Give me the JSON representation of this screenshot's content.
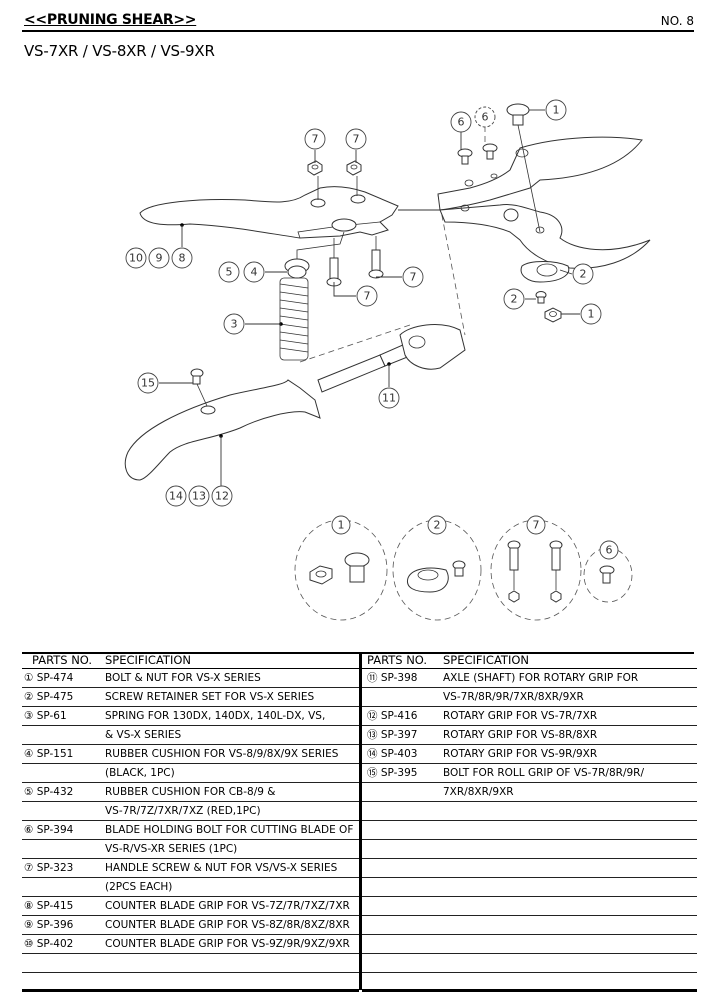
{
  "header": {
    "title": "<<PRUNING SHEAR>>",
    "page_no": "NO. 8",
    "models": "VS-7XR / VS-8XR / VS-9XR"
  },
  "diagram": {
    "callouts": {
      "c1a": "1",
      "c1b": "1",
      "c2a": "2",
      "c2b": "2",
      "c3": "3",
      "c4": "4",
      "c5": "5",
      "c6a": "6",
      "c6b": "6",
      "c7a": "7",
      "c7b": "7",
      "c7c": "7",
      "c7d": "7",
      "c8": "8",
      "c9": "9",
      "c10": "10",
      "c11": "11",
      "c12": "12",
      "c13": "13",
      "c14": "14",
      "c15": "15",
      "d1": "1",
      "d2": "2",
      "d7": "7",
      "d6": "6"
    }
  },
  "table": {
    "headers": {
      "parts_no": "PARTS NO.",
      "specification": "SPECIFICATION"
    },
    "left_rows": [
      {
        "parts_no": "① SP-474",
        "spec": "BOLT & NUT FOR VS-X SERIES"
      },
      {
        "parts_no": "② SP-475",
        "spec": "SCREW RETAINER SET FOR VS-X SERIES"
      },
      {
        "parts_no": "③ SP-61",
        "spec": "SPRING FOR 130DX, 140DX, 140L-DX, VS,"
      },
      {
        "parts_no": "",
        "spec": "& VS-X SERIES"
      },
      {
        "parts_no": "④ SP-151",
        "spec": "RUBBER CUSHION FOR VS-8/9/8X/9X SERIES"
      },
      {
        "parts_no": "",
        "spec": "(BLACK, 1PC)"
      },
      {
        "parts_no": "⑤ SP-432",
        "spec": "RUBBER CUSHION FOR CB-8/9 &"
      },
      {
        "parts_no": "",
        "spec": "VS-7R/7Z/7XR/7XZ (RED,1PC)"
      },
      {
        "parts_no": "⑥ SP-394",
        "spec": "BLADE HOLDING BOLT FOR CUTTING BLADE OF"
      },
      {
        "parts_no": "",
        "spec": "VS-R/VS-XR SERIES (1PC)"
      },
      {
        "parts_no": "⑦ SP-323",
        "spec": "HANDLE SCREW & NUT FOR VS/VS-X SERIES"
      },
      {
        "parts_no": "",
        "spec": "(2PCS EACH)"
      },
      {
        "parts_no": "⑧ SP-415",
        "spec": "COUNTER BLADE GRIP FOR VS-7Z/7R/7XZ/7XR"
      },
      {
        "parts_no": "⑨ SP-396",
        "spec": "COUNTER BLADE GRIP FOR VS-8Z/8R/8XZ/8XR"
      },
      {
        "parts_no": "⑩ SP-402",
        "spec": "COUNTER BLADE GRIP FOR VS-9Z/9R/9XZ/9XR"
      },
      {
        "parts_no": "",
        "spec": ""
      },
      {
        "parts_no": "",
        "spec": ""
      }
    ],
    "right_rows": [
      {
        "parts_no": "⑪ SP-398",
        "spec": "AXLE (SHAFT) FOR ROTARY GRIP FOR"
      },
      {
        "parts_no": "",
        "spec": "VS-7R/8R/9R/7XR/8XR/9XR"
      },
      {
        "parts_no": "⑫ SP-416",
        "spec": "ROTARY GRIP FOR VS-7R/7XR"
      },
      {
        "parts_no": "⑬ SP-397",
        "spec": "ROTARY GRIP FOR VS-8R/8XR"
      },
      {
        "parts_no": "⑭ SP-403",
        "spec": "ROTARY GRIP FOR VS-9R/9XR"
      },
      {
        "parts_no": "⑮ SP-395",
        "spec": "BOLT FOR ROLL GRIP OF VS-7R/8R/9R/"
      },
      {
        "parts_no": "",
        "spec": "7XR/8XR/9XR"
      },
      {
        "parts_no": "",
        "spec": ""
      },
      {
        "parts_no": "",
        "spec": ""
      },
      {
        "parts_no": "",
        "spec": ""
      },
      {
        "parts_no": "",
        "spec": ""
      },
      {
        "parts_no": "",
        "spec": ""
      },
      {
        "parts_no": "",
        "spec": ""
      },
      {
        "parts_no": "",
        "spec": ""
      },
      {
        "parts_no": "",
        "spec": ""
      },
      {
        "parts_no": "",
        "spec": ""
      },
      {
        "parts_no": "",
        "spec": ""
      }
    ]
  }
}
